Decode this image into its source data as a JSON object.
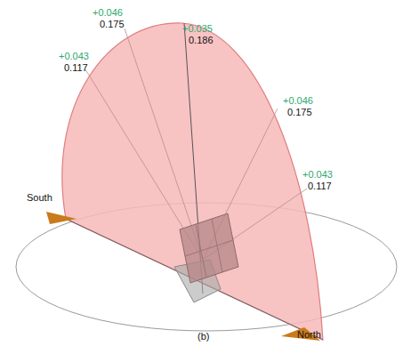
{
  "diagram": {
    "labels": [
      "+0.046",
      "0.175",
      "+0.035",
      "0.186",
      "+0.043",
      "0.117",
      "+0.046",
      "0.175",
      "+0.043",
      "0.117",
      "South",
      "North",
      "(b)"
    ]
  }
}
